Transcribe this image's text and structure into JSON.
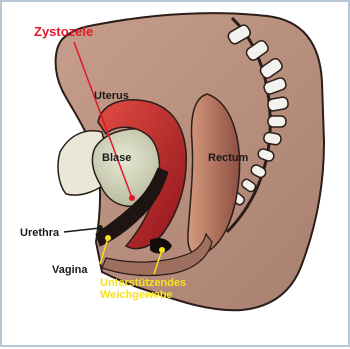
{
  "labels": {
    "cystocele": "Zystozele",
    "uterus": "Uterus",
    "bladder": "Blase",
    "rectum": "Rectum",
    "urethra": "Urethra",
    "vagina": "Vagina",
    "support_line1": "Unterstützendes",
    "support_line2": "Weichgewebe"
  },
  "colors": {
    "frame": "#b8c6d6",
    "skin": "#b98f80",
    "skin_dark": "#6b4a40",
    "bladder": "#c9cbb0",
    "uterus": "#c42b2f",
    "rectum": "#a86a5b",
    "vertebra": "#f2f2ee",
    "cystocele_label": "#e0182a",
    "support_label": "#f7e11d"
  }
}
